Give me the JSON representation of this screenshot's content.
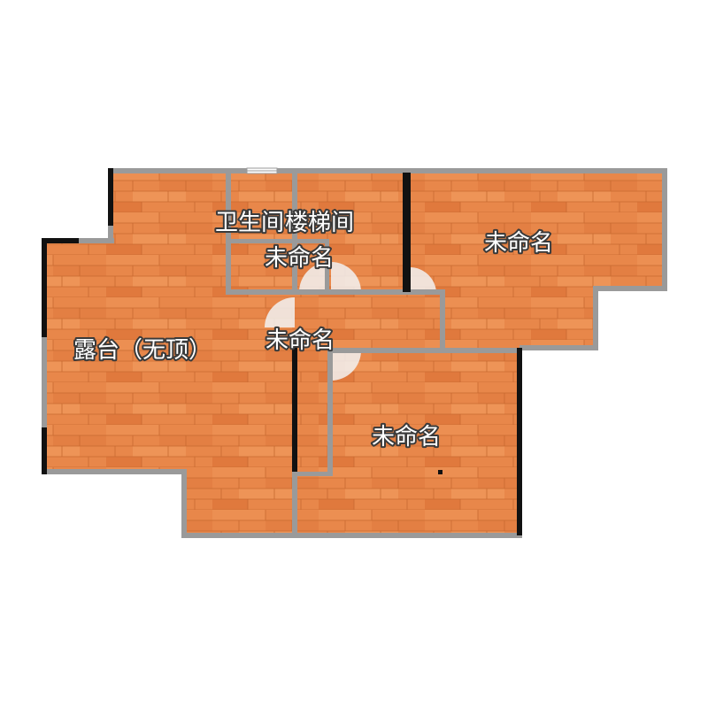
{
  "rooms": [
    {
      "id": "terrace",
      "label": "露台（无顶）"
    },
    {
      "id": "bathroom",
      "label": "卫生间"
    },
    {
      "id": "stairwell",
      "label": "楼梯间"
    },
    {
      "id": "unnamed-top-center",
      "label": "未命名"
    },
    {
      "id": "unnamed-top-right",
      "label": "未命名"
    },
    {
      "id": "unnamed-center",
      "label": "未命名"
    },
    {
      "id": "unnamed-bottom-right",
      "label": "未命名"
    }
  ],
  "colors": {
    "floor": "#e8874a",
    "floor_line": "#c8692f",
    "wall": "#9a9a9a",
    "wall_dark": "#111111",
    "door": "#f2f2f2"
  }
}
